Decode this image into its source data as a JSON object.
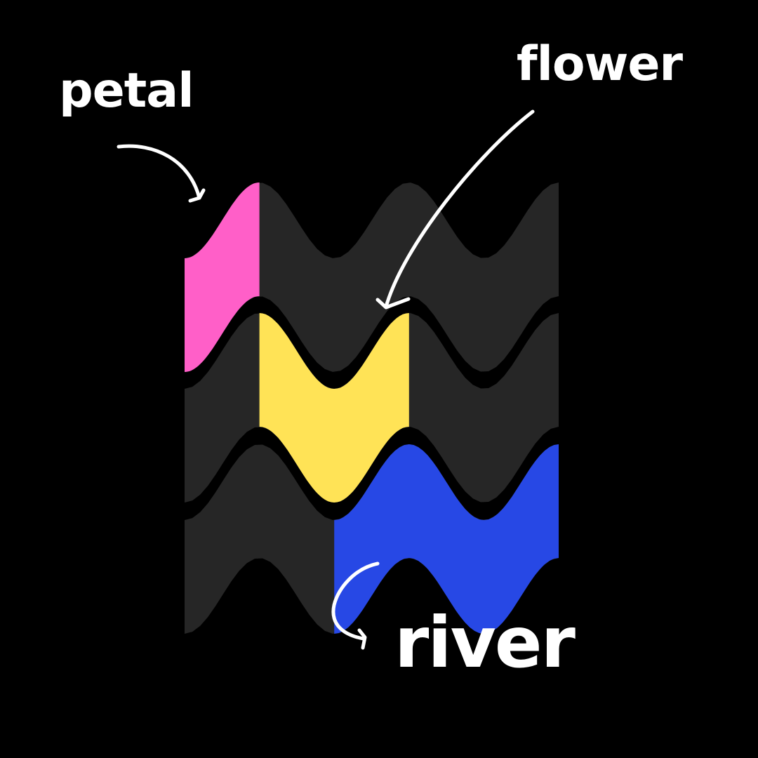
{
  "labels": {
    "petal": "petal",
    "flower": "flower",
    "river": "river"
  },
  "colors": {
    "background": "#000000",
    "shape": "#262626",
    "petal": "#ff5fc8",
    "flower": "#ffe356",
    "river": "#2748e5",
    "arrow": "#ffffff",
    "text": "#ffffff"
  },
  "grid": {
    "rows": 3,
    "columns": 5,
    "highlights": [
      {
        "name": "petal",
        "row": 1,
        "columns": [
          1
        ]
      },
      {
        "name": "flower",
        "row": 2,
        "columns": [
          2,
          3
        ]
      },
      {
        "name": "river",
        "row": 3,
        "columns": [
          3,
          4,
          5
        ]
      }
    ]
  }
}
